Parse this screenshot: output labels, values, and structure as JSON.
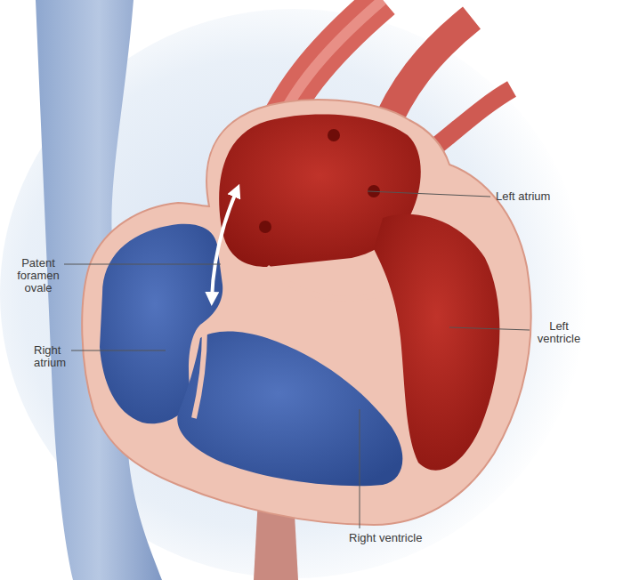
{
  "diagram": {
    "labels": [
      "Left atrium",
      "Patent foramen ovale",
      "Left ventricle",
      "Right atrium",
      "Right ventricle"
    ]
  }
}
